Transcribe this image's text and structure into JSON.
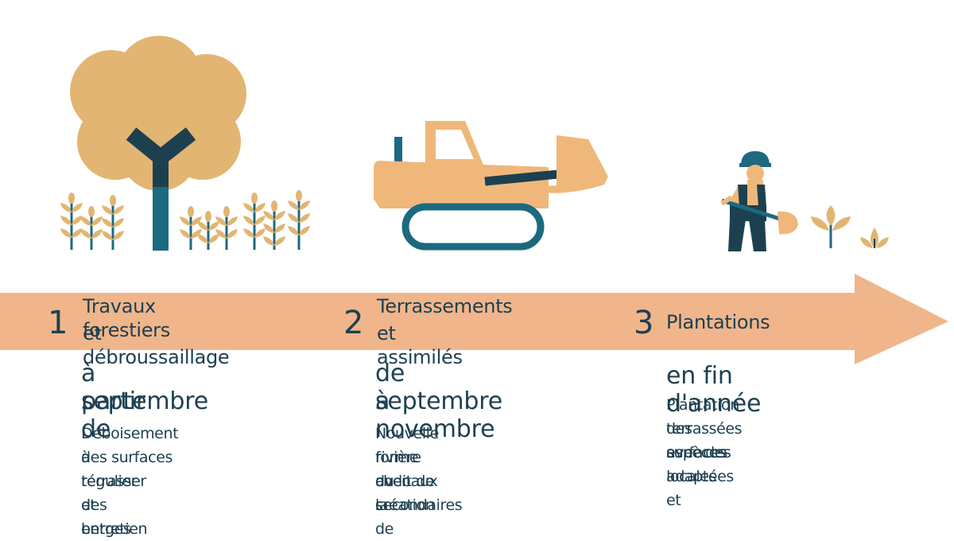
{
  "colors": {
    "arrow": "#f0b58b",
    "tree": "#e2b572",
    "dark_teal": "#1d4050",
    "teal": "#1c6a80",
    "machine": "#efb87a",
    "text": "#1d4050"
  },
  "steps": [
    {
      "number": "1",
      "title_line1": "Travaux forestiers",
      "title_line2": "et débroussaillage",
      "date_line1": "à partir de",
      "date_line2": "septembre",
      "desc_line1": "Déboisement des surfaces",
      "desc_line2": "à terrasser et entretien",
      "desc_line3": "régulier des berges",
      "icon": "tree-icon"
    },
    {
      "number": "2",
      "title_line1": "Terrassements",
      "title_line2": "et assimilés",
      "date_line1": "de septembre",
      "date_line2": "à novembre",
      "desc_line1": "Nouvelle forme du lit de la",
      "desc_line2": "rivière avec création de",
      "desc_line3": "chenaux secondaires",
      "icon": "bulldozer-icon"
    },
    {
      "number": "3",
      "title_line1": "Plantations",
      "title_line2": "",
      "date_line1": "en fin d'année",
      "date_line2": "",
      "desc_line1": "Plantation des surfaces",
      "desc_line2": "terrassées avec des",
      "desc_line3": "espèces locales et",
      "desc_line4": "adaptées",
      "icon": "worker-icon"
    }
  ]
}
